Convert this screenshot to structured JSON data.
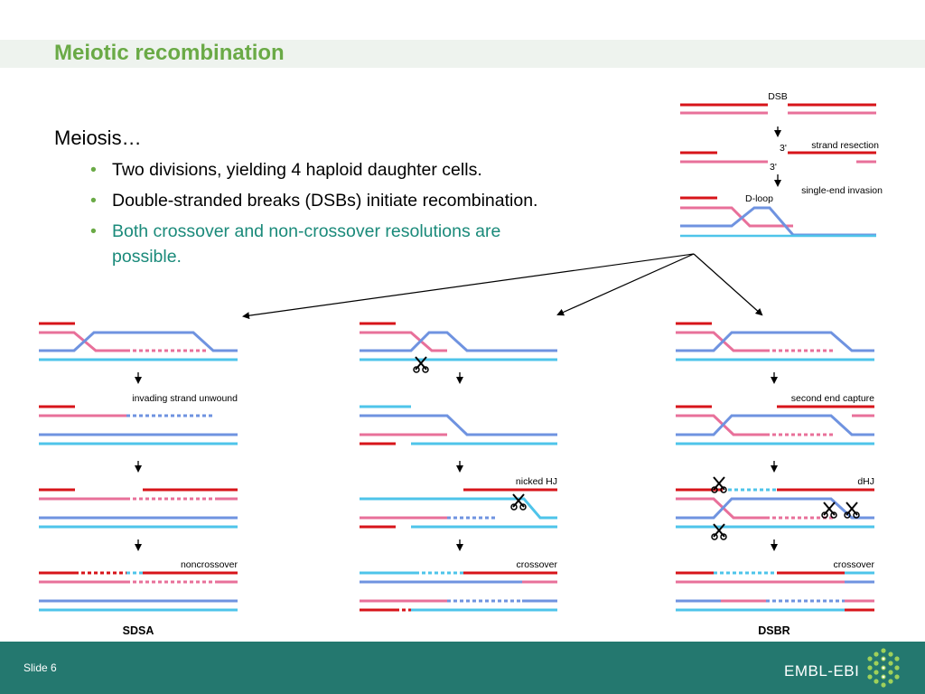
{
  "slide": {
    "title": "Meiotic recombination",
    "intro": "Meiosis…",
    "bullets": [
      "Two divisions, yielding 4 haploid daughter cells.",
      "Double-stranded breaks (DSBs) initiate recombination.",
      "Both crossover and non-crossover resolutions are possible."
    ],
    "footer": {
      "slide_label": "Slide 6",
      "brand": "EMBL-EBI"
    }
  },
  "colors": {
    "title_green": "#6aaa46",
    "teal_text": "#1a8a7a",
    "footer": "#24786f",
    "red": "#d7141a",
    "pink": "#e8709a",
    "blue": "#6f93e0",
    "cyan": "#4ec4ea"
  },
  "diagram": {
    "top_panel": {
      "labels": [
        "DSB",
        "strand resection",
        "3'",
        "3'",
        "single-end invasion",
        "D-loop"
      ]
    },
    "sdsa": {
      "labels": [
        "invading strand unwound",
        "noncrossover"
      ],
      "name": "SDSA"
    },
    "middle": {
      "labels": [
        "nicked HJ",
        "crossover"
      ]
    },
    "dsbr": {
      "labels": [
        "second end capture",
        "dHJ",
        "crossover"
      ],
      "name": "DSBR"
    },
    "icons": [
      "arrow-down-icon",
      "scissors-icon"
    ]
  }
}
